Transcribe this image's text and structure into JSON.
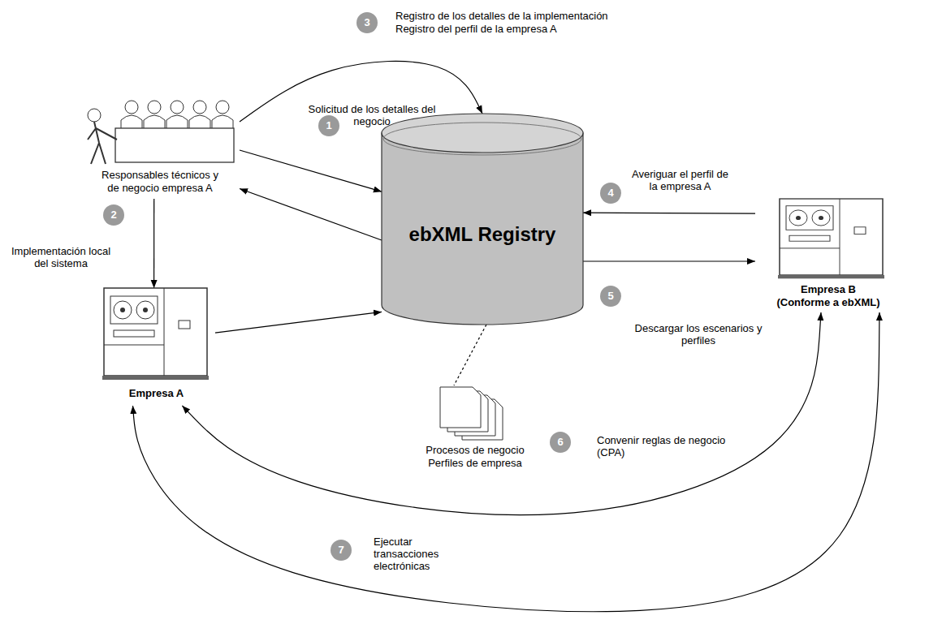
{
  "diagram": {
    "nodes": [
      {
        "text": [
          "Responsables técnicos y de negocio empresa A"
        ]
      },
      {
        "text": [
          "ebXML Registry"
        ]
      },
      {
        "text": [
          "Empresa A"
        ]
      },
      {
        "text": [
          "Empresa B",
          "(Conforme a ebXML)"
        ]
      },
      {
        "text": [
          "Procesos de negocio",
          "Perfiles de empresa"
        ]
      }
    ],
    "edges": [
      {
        "from": 0,
        "to": 1,
        "arrow": "to"
      },
      {
        "from": 1,
        "to": 0,
        "arrow": "to"
      },
      {
        "from": 0,
        "to": 2,
        "arrow": "to"
      },
      {
        "from": 0,
        "to": 1,
        "arrow": "to"
      },
      {
        "from": 2,
        "to": 1,
        "arrow": "to"
      },
      {
        "from": 3,
        "to": 1,
        "arrow": "to"
      },
      {
        "from": 1,
        "to": 3,
        "arrow": "to"
      },
      {
        "from": 3,
        "to": 2,
        "arrow": "both"
      },
      {
        "from": 3,
        "to": 2,
        "arrow": "both"
      },
      {
        "from": 1,
        "to": 4,
        "arrow": "none"
      }
    ],
    "labels": [
      "1",
      "Solicitud de los detalles del negocio",
      "2",
      "Implementación local del sistema",
      "3",
      "Registro de los detalles de la implementación",
      "Registro del perfil de la empresa A",
      "4",
      "Averiguar el perfil de la empresa A",
      "5",
      "Descargar los escenarios y perfiles",
      "6",
      "Convenir reglas de negocio (CPA)",
      "7",
      "Ejecutar transacciones electrónicas"
    ]
  }
}
